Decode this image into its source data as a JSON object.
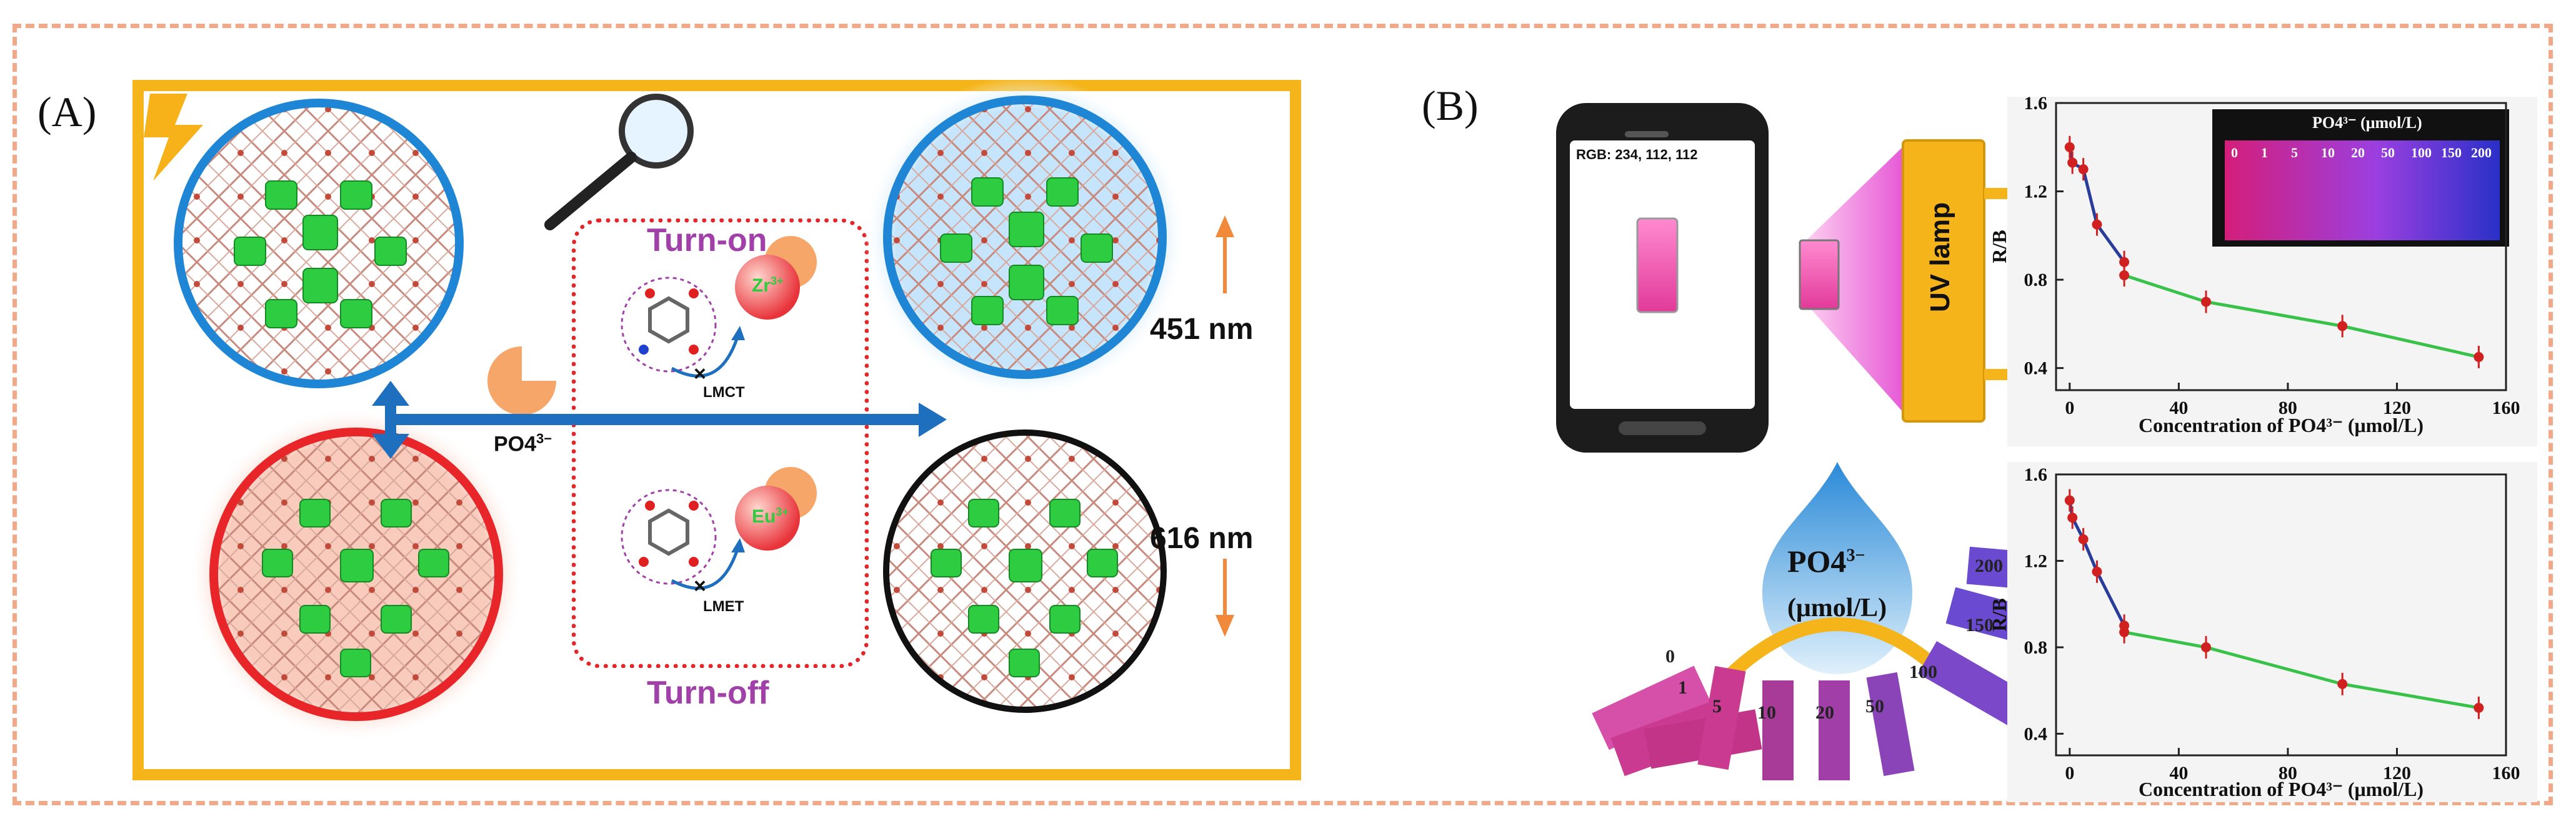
{
  "panel_a": {
    "label": "(A)",
    "turn_on": "Turn-on",
    "turn_off": "Turn-off",
    "wavelength_1": "451 nm",
    "wavelength_2": "616 nm",
    "analyte": "PO4",
    "analyte_charge": "3−",
    "lmct": "LMCT",
    "lmet": "LMET",
    "zr_ion": "Zr",
    "eu_ion": "Eu",
    "ion_charge": "3+"
  },
  "panel_b": {
    "label": "(B)",
    "phone_screen_text": "RGB: 234, 112, 112",
    "uv_lamp": "UV lamp",
    "drop_text": "PO4",
    "drop_charge": "3−",
    "drop_unit": "(μmol/L)",
    "strip_labels": [
      "0",
      "1",
      "5",
      "10",
      "20",
      "50",
      "100",
      "150",
      "200"
    ],
    "inset_title": "PO4³⁻ (μmol/L)",
    "inset_vial_labels": [
      "0",
      "1",
      "5",
      "10",
      "20",
      "50",
      "100",
      "150",
      "200"
    ]
  },
  "chart_data": [
    {
      "type": "line",
      "xlabel": "Concentration of PO4³⁻ (μmol/L)",
      "ylabel": "R/B",
      "xlim": [
        -5,
        160
      ],
      "ylim": [
        0.3,
        1.6
      ],
      "x_ticks": [
        "0",
        "40",
        "80",
        "120",
        "160"
      ],
      "y_ticks": [
        "0.4",
        "0.8",
        "1.2",
        "1.6"
      ],
      "series": [
        {
          "x": [
            0,
            1,
            5,
            10,
            20
          ],
          "y": [
            1.4,
            1.33,
            1.3,
            1.05,
            0.88
          ],
          "color": "#2a3c9a"
        },
        {
          "x": [
            20,
            50,
            100,
            150
          ],
          "y": [
            0.82,
            0.7,
            0.59,
            0.45
          ],
          "color": "#39c24a"
        }
      ]
    },
    {
      "type": "line",
      "xlabel": "Concentration of PO4³⁻ (μmol/L)",
      "ylabel": "R/B",
      "xlim": [
        -5,
        160
      ],
      "ylim": [
        0.3,
        1.6
      ],
      "x_ticks": [
        "0",
        "40",
        "80",
        "120",
        "160"
      ],
      "y_ticks": [
        "0.4",
        "0.8",
        "1.2",
        "1.6"
      ],
      "series": [
        {
          "x": [
            0,
            1,
            5,
            10,
            20
          ],
          "y": [
            1.48,
            1.4,
            1.3,
            1.15,
            0.9
          ],
          "color": "#2a3c9a"
        },
        {
          "x": [
            20,
            50,
            100,
            150
          ],
          "y": [
            0.87,
            0.8,
            0.63,
            0.52
          ],
          "color": "#39c24a"
        }
      ]
    }
  ],
  "colors": {
    "frame": "#f5b51a",
    "dashed_border": "#f2a98a",
    "blue_arrow": "#1f6fbf",
    "orange_arrow": "#f08a3a",
    "turn_text": "#a040a8",
    "mof_green": "#2ecc40"
  }
}
